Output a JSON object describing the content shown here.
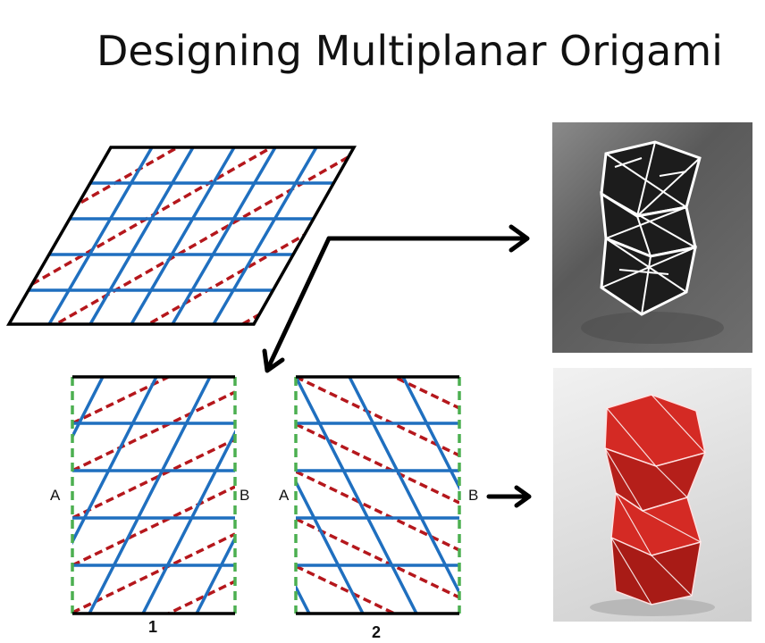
{
  "title": "Designing Multiplanar Origami",
  "panel_1": {
    "left_edge_label": "A",
    "right_edge_label": "B",
    "number": "1"
  },
  "panel_2": {
    "left_edge_label": "A",
    "right_edge_label": "B",
    "number": "2"
  },
  "colors": {
    "outline": "#000000",
    "mountain_fold": "#1f6fbf",
    "valley_fold": "#b5171c",
    "seam_edge": "#4caf50",
    "paper_model_white": "#ffffff",
    "paper_model_red": "#d42a24"
  }
}
